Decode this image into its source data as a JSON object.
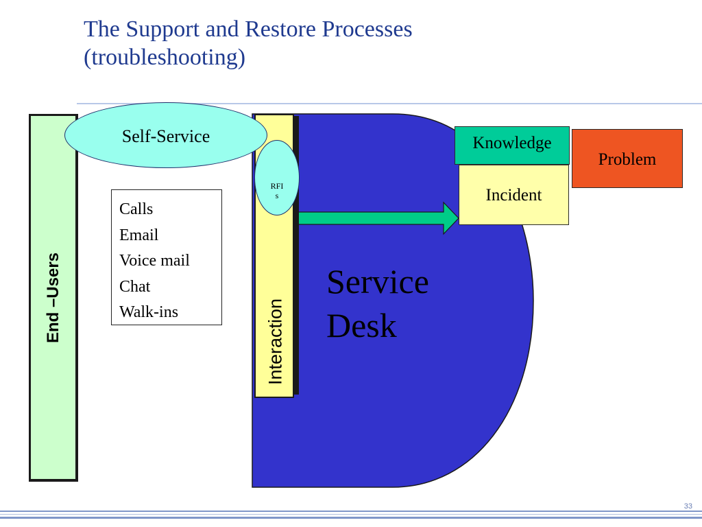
{
  "title": "The Support and Restore Processes\n(troubleshooting)",
  "end_users": {
    "label": "End –Users"
  },
  "self_service": {
    "label": "Self-Service"
  },
  "rfis": {
    "label": "RFIs"
  },
  "channels": [
    "Calls",
    "Email",
    "Voice mail",
    "Chat",
    "Walk-ins"
  ],
  "interaction": {
    "label": "Interaction"
  },
  "service_desk": {
    "label": "Service\nDesk"
  },
  "knowledge": {
    "label": "Knowledge"
  },
  "incident": {
    "label": "Incident"
  },
  "problem": {
    "label": "Problem"
  },
  "page_number": "33",
  "colors": {
    "title": "#1f3a8f",
    "service_desk": "#3333cc",
    "end_users": "#ccffcc",
    "interaction": "#ffff99",
    "self_service": "#99ffee",
    "arrow": "#00cc88",
    "knowledge": "#00cc99",
    "incident": "#ffffaa",
    "problem": "#ee5522"
  }
}
